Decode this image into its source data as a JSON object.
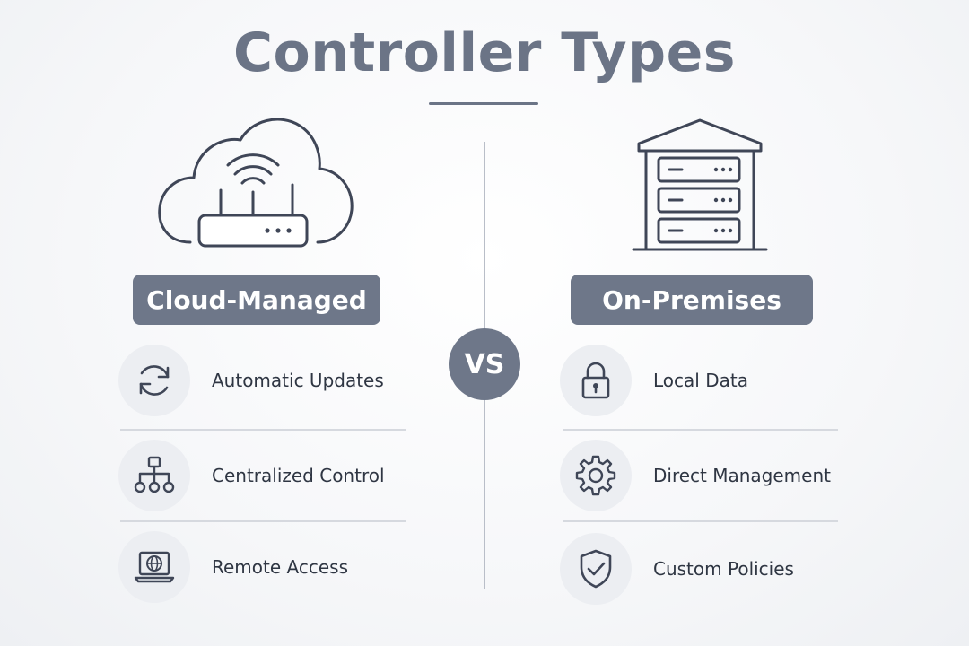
{
  "title": "Controller Types",
  "vs_label": "VS",
  "colors": {
    "title": "#6b7486",
    "pill": "#6e7789",
    "icon_stroke": "#3f4657",
    "icon_circle": "#eceef2",
    "divider": "#d6d9df"
  },
  "left": {
    "hero_icon": "cloud-router-icon",
    "heading": "Cloud-Managed",
    "features": [
      {
        "icon": "sync-icon",
        "label": "Automatic Updates"
      },
      {
        "icon": "hierarchy-icon",
        "label": "Centralized Control"
      },
      {
        "icon": "laptop-globe-icon",
        "label": "Remote Access"
      }
    ]
  },
  "right": {
    "hero_icon": "server-building-icon",
    "heading": "On-Premises",
    "features": [
      {
        "icon": "lock-icon",
        "label": "Local Data"
      },
      {
        "icon": "gear-icon",
        "label": "Direct Management"
      },
      {
        "icon": "shield-check-icon",
        "label": "Custom Policies"
      }
    ]
  }
}
